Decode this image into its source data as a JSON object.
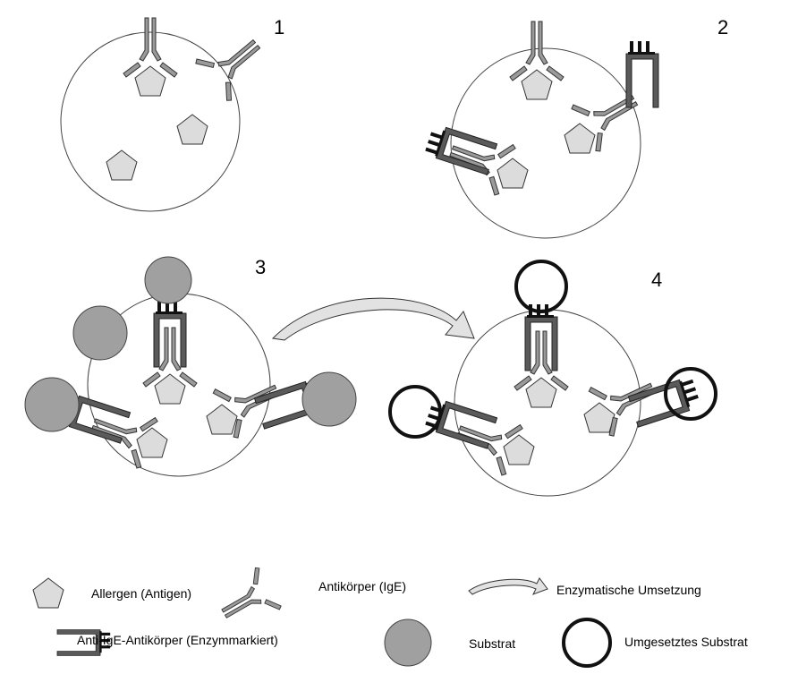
{
  "panels": {
    "p1": "1",
    "p2": "2",
    "p3": "3",
    "p4": "4"
  },
  "legend": {
    "allergen": "Allergen (Antigen)",
    "antibody": "Antikörper (IgE)",
    "enzymatic": "Enzymatische Umsetzung",
    "anti_ige": "Anti-IgE-Antikörper (Enzymmarkiert)",
    "substrate": "Substrat",
    "converted": "Umgesetztes Substrat"
  },
  "colors": {
    "allergen_fill": "#dcdcdc",
    "antibody_fill": "#9a9a9a",
    "anti_ige_fill": "#5a5a5a",
    "substrate_fill": "#a0a0a0",
    "converted_ring": "#111111",
    "arrow_fill": "#e2e2e2"
  }
}
